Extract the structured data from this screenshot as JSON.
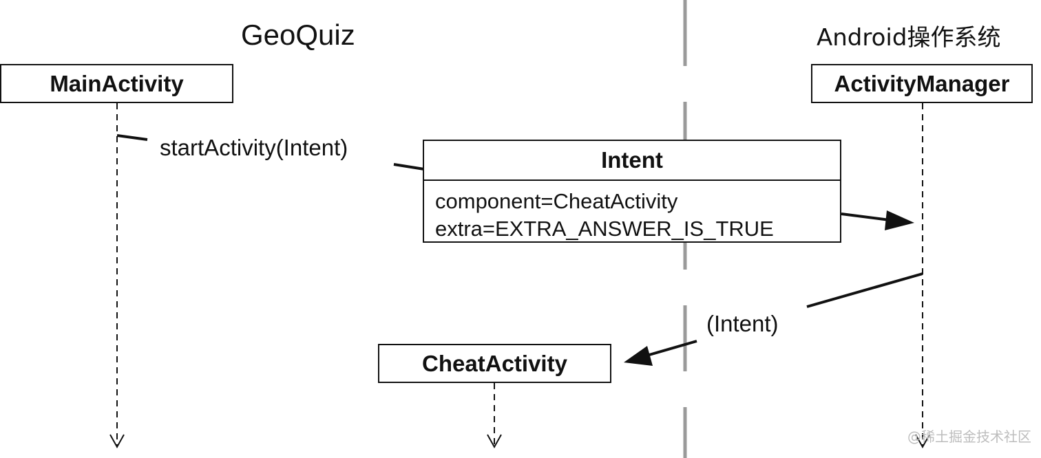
{
  "titles": {
    "left": "GeoQuiz",
    "right": "Android操作系统"
  },
  "boxes": {
    "main_activity": "MainActivity",
    "activity_manager": "ActivityManager",
    "cheat_activity": "CheatActivity"
  },
  "intent": {
    "header": "Intent",
    "fields": [
      "component=CheatActivity",
      "extra=EXTRA_ANSWER_IS_TRUE"
    ]
  },
  "messages": {
    "start_activity": "startActivity(Intent)",
    "intent_return": "(Intent)"
  },
  "watermark": "@稀土掘金技术社区"
}
